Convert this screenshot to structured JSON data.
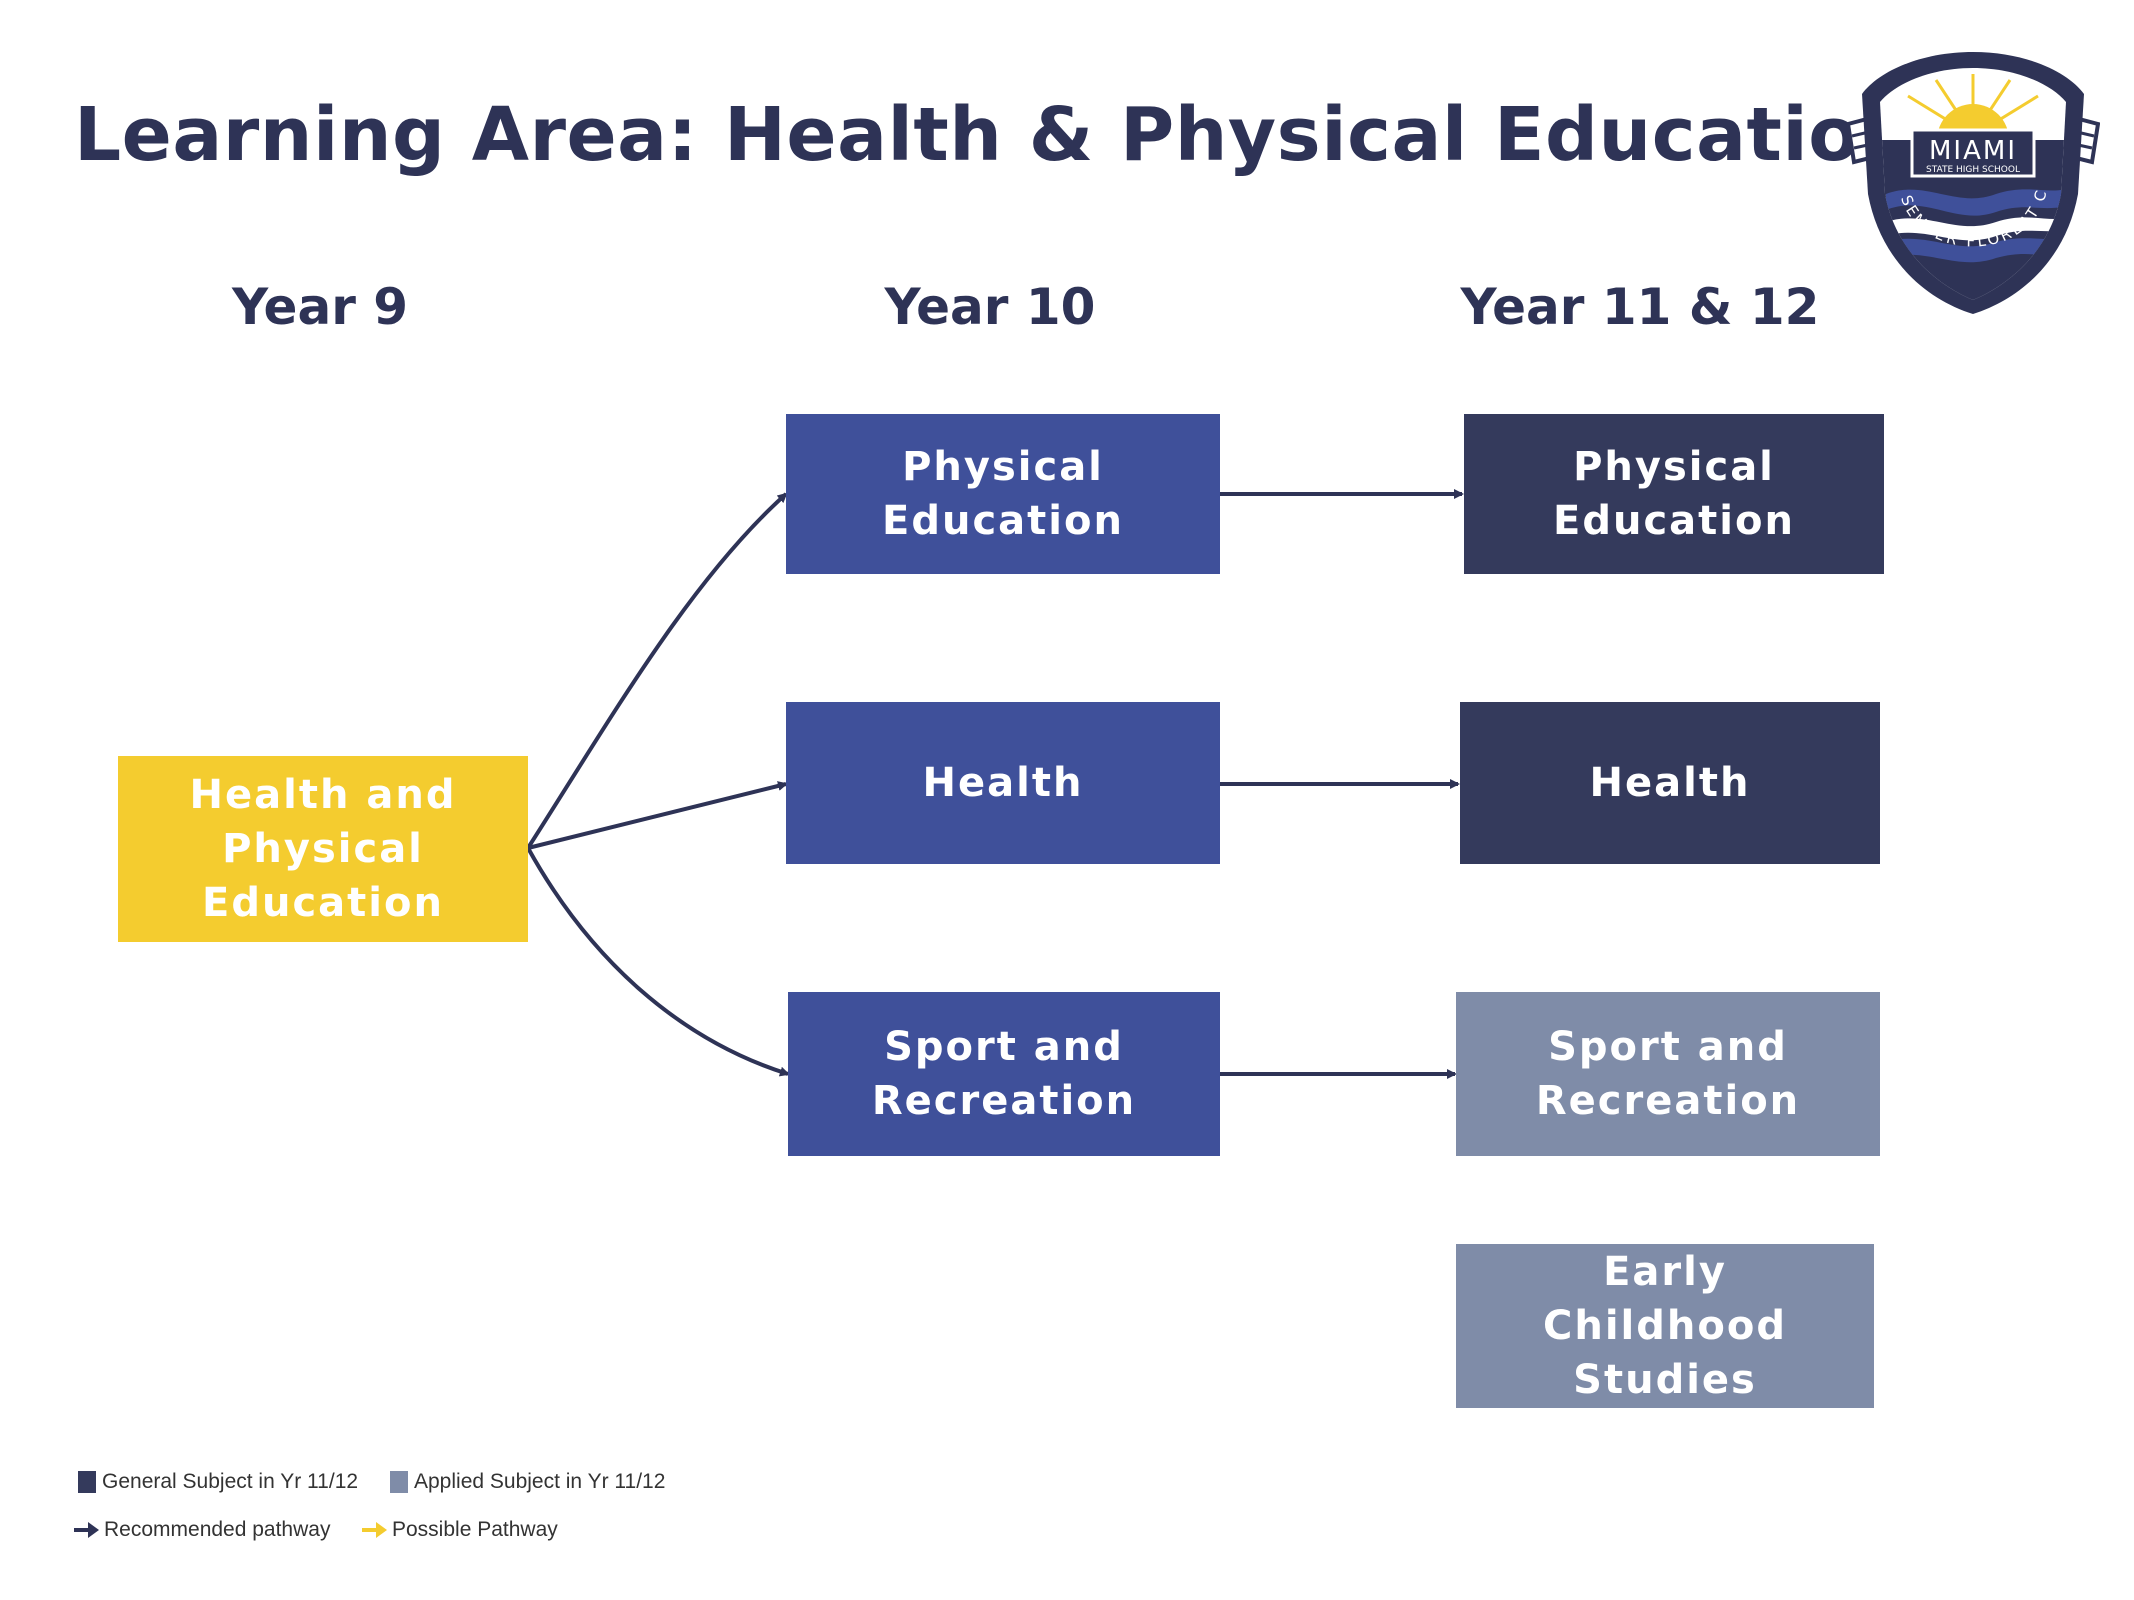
{
  "title": "Learning Area: Health & Physical Education",
  "years": {
    "y9": "Year 9",
    "y10": "Year 10",
    "y1112": "Year 11 & 12"
  },
  "nodes": {
    "y9_hpe": "Health and Physical Education",
    "y10_pe": "Physical Education",
    "y10_health": "Health",
    "y10_sport": "Sport and Recreation",
    "y1112_pe": "Physical Education",
    "y1112_health": "Health",
    "y1112_sport": "Sport and Recreation",
    "y1112_early": "Early Childhood Studies"
  },
  "legend": {
    "general": "General Subject in Yr 11/12",
    "applied": "Applied Subject in Yr 11/12",
    "recommended": "Recommended pathway",
    "possible": "Possible Pathway"
  },
  "logo": {
    "name": "MIAMI",
    "sub": "STATE HIGH SCHOOL",
    "motto": "SEMPER FLOREAT COSTA"
  },
  "colors": {
    "yellow": "#f4cc2f",
    "year10_blue": "#3f509a",
    "general_navy": "#343a5c",
    "applied_grey": "#7f8ca8",
    "arrow": "#2e3356"
  }
}
